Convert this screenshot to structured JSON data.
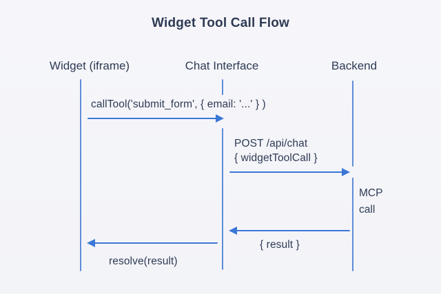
{
  "title": "Widget Tool Call Flow",
  "diagram_type": "sequence-diagram",
  "colors": {
    "background": "#f5f6f9",
    "text": "#2e3a54",
    "lifeline": "#5e8cd9",
    "arrow": "#3b77d6"
  },
  "actors": [
    {
      "label": "Widget (iframe)"
    },
    {
      "label": "Chat Interface"
    },
    {
      "label": "Backend"
    }
  ],
  "messages": [
    {
      "from": "Widget (iframe)",
      "to": "Chat Interface",
      "direction": "right",
      "label": "callTool('submit_form', { email: '...' } )"
    },
    {
      "from": "Chat Interface",
      "to": "Backend",
      "direction": "right",
      "label_line1": "POST /api/chat",
      "label_line2": "{ widgetToolCall }"
    },
    {
      "from": "Backend",
      "to": "Chat Interface",
      "direction": "left",
      "label": "{ result }"
    },
    {
      "from": "Chat Interface",
      "to": "Widget (iframe)",
      "direction": "left",
      "label": "resolve(result)"
    }
  ],
  "notes": [
    {
      "attached_to": "Backend",
      "label_line1": "MCP",
      "label_line2": "call"
    }
  ]
}
